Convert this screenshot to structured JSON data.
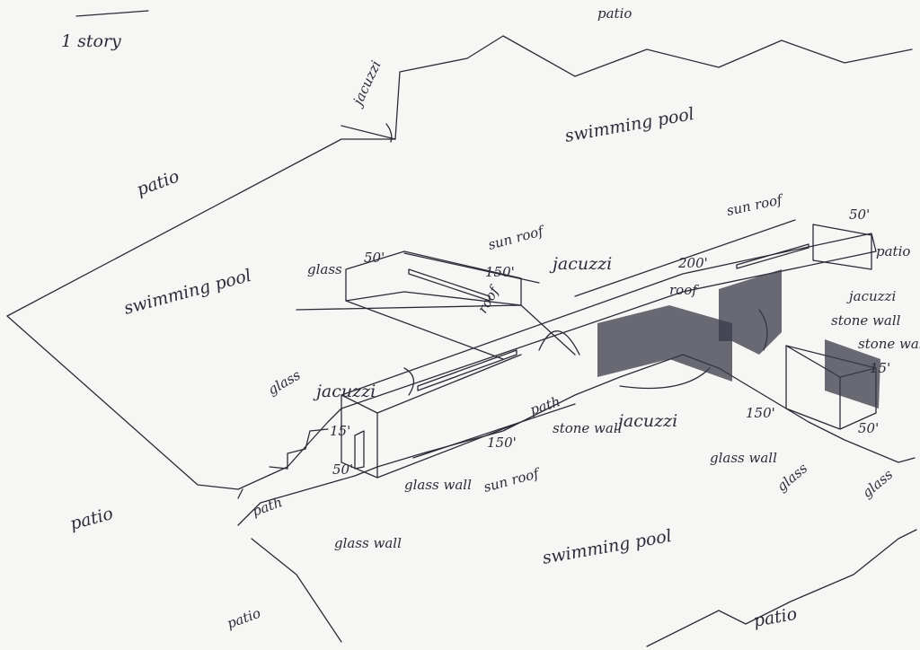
{
  "title": "1 story",
  "labels": {
    "patio_top": "patio",
    "jacuzzi_small": "jacuzzi",
    "swimming_pool_top": "swimming pool",
    "patio_left": "patio",
    "swimming_pool_left": "swimming pool",
    "glass_1": "glass",
    "dim_50_left": "50'",
    "sun_roof_1": "sun roof",
    "dim_150_1": "150'",
    "jacuzzi_center": "jacuzzi",
    "dim_200": "200'",
    "sun_roof_2": "sun roof",
    "dim_50_right": "50'",
    "patio_right": "patio",
    "roof_1": "roof",
    "roof_2": "roof",
    "jacuzzi_right": "jacuzzi",
    "stone_wall_1": "stone wall",
    "stone_wall_2": "stone wall",
    "glass_2": "glass",
    "jacuzzi_left": "jacuzzi",
    "path_1": "path",
    "dim_15_right": "15'",
    "dim_150_2": "150'",
    "dim_15_left": "15'",
    "dim_50_bottom_left": "50'",
    "dim_150_3": "150'",
    "stone_wall_3": "stone wall",
    "jacuzzi_bottom": "jacuzzi",
    "dim_50_bottom_right": "50'",
    "glass_wall_1": "glass wall",
    "glass_3": "glass",
    "glass_4": "glass",
    "sun_roof_3": "sun roof",
    "glass_wall_2": "glass wall",
    "path_2": "path",
    "patio_bottom_left": "patio",
    "glass_wall_3": "glass wall",
    "swimming_pool_bottom": "swimming pool",
    "patio_bottom": "patio",
    "patio_bottom_right": "patio"
  },
  "colors": {
    "ink": "#2b2b38",
    "paper": "#f6f6f4"
  }
}
